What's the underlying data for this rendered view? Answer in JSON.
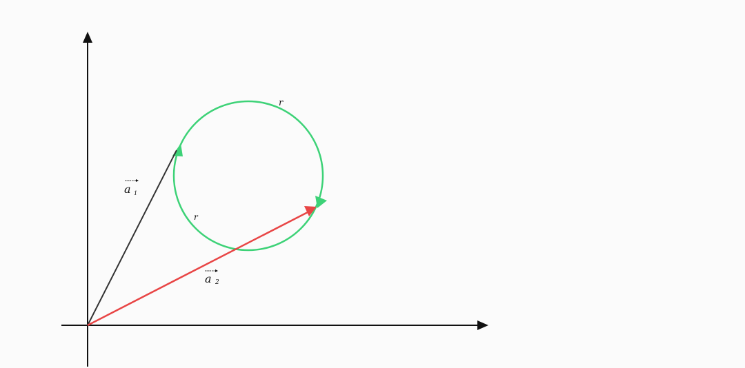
{
  "colors": {
    "background": "#fbfbfb",
    "axes": "#111111",
    "vector_a1": "#333333",
    "vector_a2": "#e84545",
    "circle": "#3dd277"
  },
  "labels": {
    "a1_base": "a",
    "a1_sub": "1",
    "a2_base": "a",
    "a2_sub": "2",
    "r_top": "r",
    "r_left": "r"
  }
}
